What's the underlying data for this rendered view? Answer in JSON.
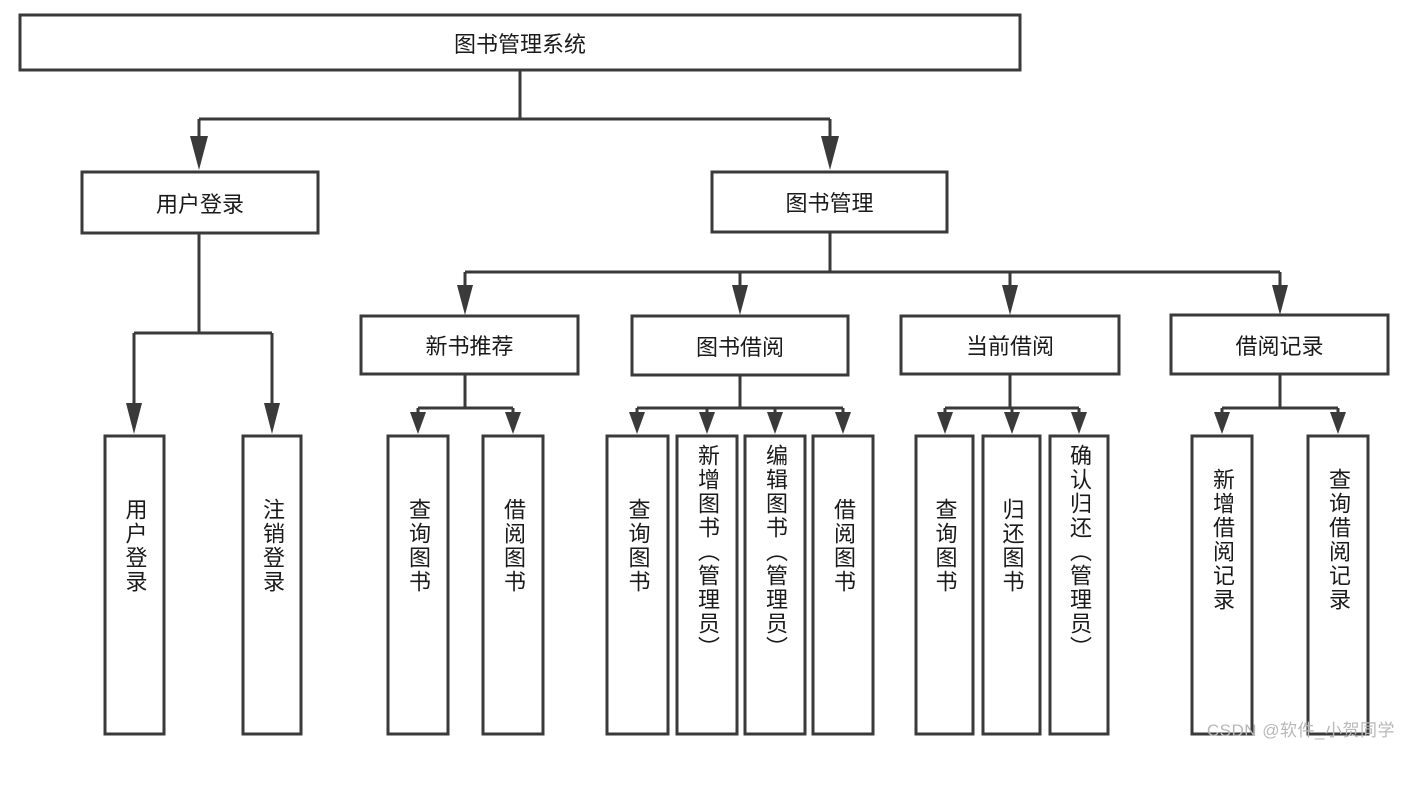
{
  "diagram": {
    "type": "tree-hierarchy-diagram",
    "title": "图书管理系统",
    "watermark": "CSDN @软件_小贺同学",
    "colors": {
      "stroke": "#3a3a3a",
      "fill": "#ffffff",
      "text": "#1a1a1a",
      "background": "#ffffff",
      "watermark": "#b8b8b8"
    },
    "levels": [
      {
        "level": 0,
        "nodes": [
          {
            "id": "root",
            "label": "图书管理系统",
            "orientation": "horizontal"
          }
        ]
      },
      {
        "level": 1,
        "nodes": [
          {
            "id": "login",
            "label": "用户登录",
            "orientation": "horizontal",
            "parent": "root"
          },
          {
            "id": "bookmgmt",
            "label": "图书管理",
            "orientation": "horizontal",
            "parent": "root"
          }
        ]
      },
      {
        "level": 2,
        "nodes": [
          {
            "id": "newbook",
            "label": "新书推荐",
            "orientation": "horizontal",
            "parent": "bookmgmt"
          },
          {
            "id": "borrow",
            "label": "图书借阅",
            "orientation": "horizontal",
            "parent": "bookmgmt"
          },
          {
            "id": "current",
            "label": "当前借阅",
            "orientation": "horizontal",
            "parent": "bookmgmt"
          },
          {
            "id": "records",
            "label": "借阅记录",
            "orientation": "horizontal",
            "parent": "bookmgmt"
          }
        ]
      },
      {
        "level": 3,
        "nodes": [
          {
            "id": "leaf-1",
            "label": "用户登录",
            "orientation": "vertical",
            "parent": "login"
          },
          {
            "id": "leaf-2",
            "label": "注销登录",
            "orientation": "vertical",
            "parent": "login"
          },
          {
            "id": "leaf-3",
            "label": "查询图书",
            "orientation": "vertical",
            "parent": "newbook"
          },
          {
            "id": "leaf-4",
            "label": "借阅图书",
            "orientation": "vertical",
            "parent": "newbook"
          },
          {
            "id": "leaf-5",
            "label": "查询图书",
            "orientation": "vertical",
            "parent": "borrow"
          },
          {
            "id": "leaf-6",
            "label": "新增图书（管理员）",
            "orientation": "vertical",
            "parent": "borrow"
          },
          {
            "id": "leaf-7",
            "label": "编辑图书（管理员）",
            "orientation": "vertical",
            "parent": "borrow"
          },
          {
            "id": "leaf-8",
            "label": "借阅图书",
            "orientation": "vertical",
            "parent": "borrow"
          },
          {
            "id": "leaf-9",
            "label": "查询图书",
            "orientation": "vertical",
            "parent": "current"
          },
          {
            "id": "leaf-10",
            "label": "归还图书",
            "orientation": "vertical",
            "parent": "current"
          },
          {
            "id": "leaf-11",
            "label": "确认归还（管理员）",
            "orientation": "vertical",
            "parent": "current"
          },
          {
            "id": "leaf-12",
            "label": "新增借阅记录",
            "orientation": "vertical",
            "parent": "records"
          },
          {
            "id": "leaf-13",
            "label": "查询借阅记录",
            "orientation": "vertical",
            "parent": "records"
          }
        ]
      }
    ]
  }
}
